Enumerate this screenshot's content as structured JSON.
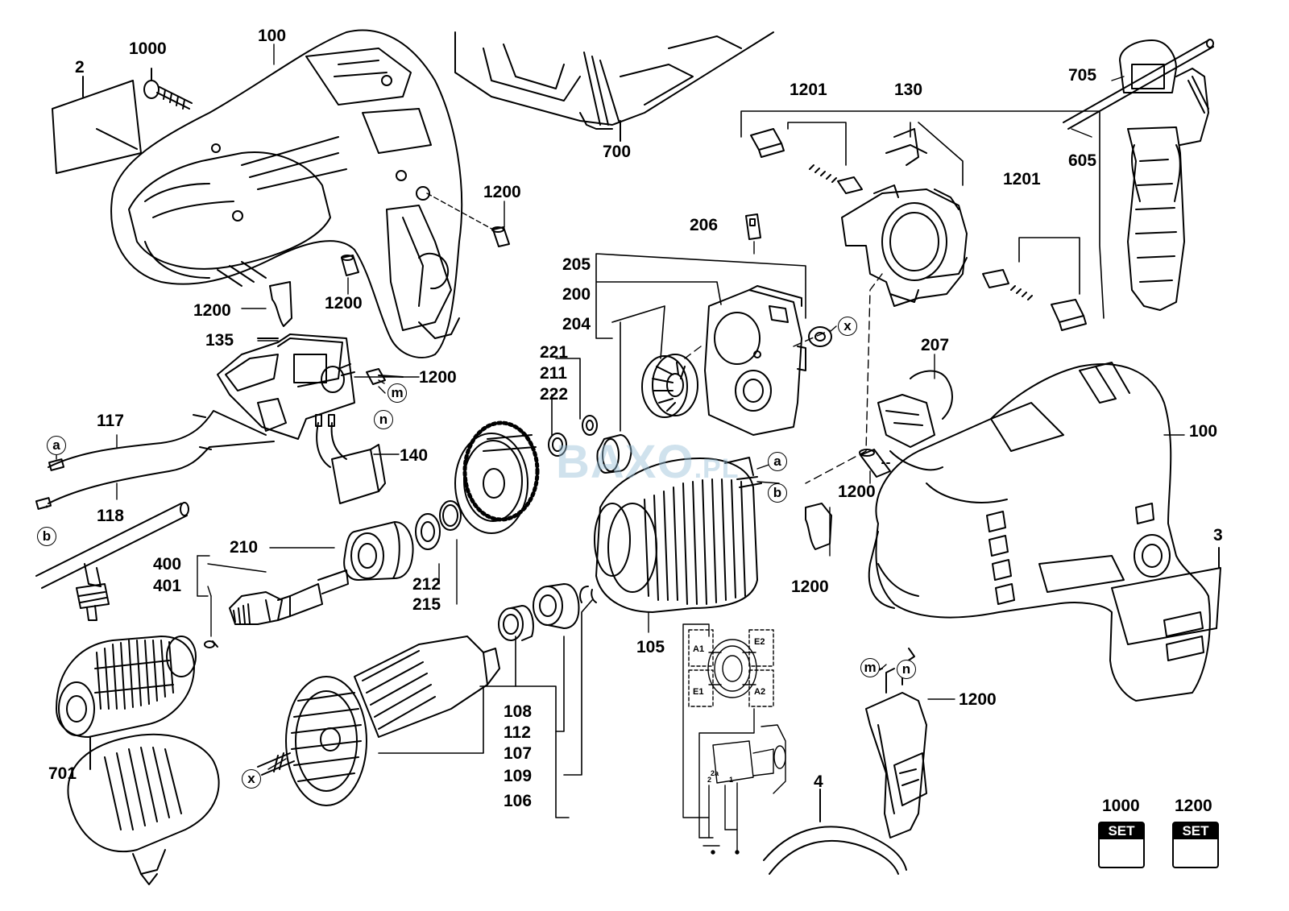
{
  "title": "Exploded parts diagram — impact drill",
  "watermark": {
    "text": "BAXO",
    "suffix": ".PL"
  },
  "parts": {
    "p2": "2",
    "p1000_top": "1000",
    "p100_top": "100",
    "p1200_a": "1200",
    "p1200_b": "1200",
    "p1200_c": "1200",
    "p1200_d": "1200",
    "p135": "135",
    "p117": "117",
    "p118": "118",
    "p140": "140",
    "p210": "210",
    "p400": "400",
    "p401": "401",
    "p701": "701",
    "p700": "700",
    "p1201_top": "1201",
    "p130": "130",
    "p1201_right": "1201",
    "p705": "705",
    "p605": "605",
    "p206": "206",
    "p205": "205",
    "p200": "200",
    "p204": "204",
    "p221": "221",
    "p211": "211",
    "p222": "222",
    "p207": "207",
    "p100_right": "100",
    "p1200_e": "1200",
    "p1200_f": "1200",
    "p3": "3",
    "p212": "212",
    "p215": "215",
    "p105": "105",
    "p108": "108",
    "p112": "112",
    "p107": "107",
    "p109": "109",
    "p106": "106",
    "p1200_g": "1200",
    "p4": "4",
    "set1000": "1000",
    "set1200": "1200"
  },
  "markers": {
    "a": "a",
    "b": "b",
    "m": "m",
    "n": "n",
    "x": "x"
  },
  "schematic": {
    "terminals": [
      "A1",
      "E2",
      "E1",
      "A2"
    ],
    "switch_pins": [
      "2",
      "2",
      "2a",
      "1",
      "1"
    ]
  },
  "sets": [
    {
      "number": "1000",
      "label": "SET"
    },
    {
      "number": "1200",
      "label": "SET"
    }
  ]
}
